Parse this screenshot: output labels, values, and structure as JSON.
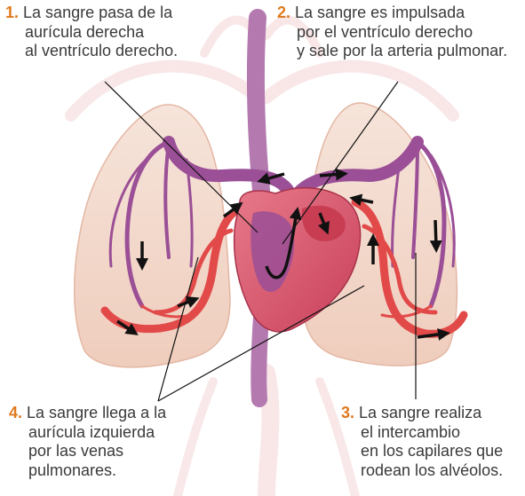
{
  "callouts": [
    {
      "number": "1.",
      "lines": [
        "La sangre pasa de la",
        "aurícula derecha",
        "al ventrículo derecho."
      ]
    },
    {
      "number": "2.",
      "lines": [
        "La sangre es impulsada",
        "por el ventrículo derecho",
        "y sale por la arteria pulmonar."
      ]
    },
    {
      "number": "3.",
      "lines": [
        "La sangre realiza",
        "el intercambio",
        "en los capilares que",
        "rodean los alvéolos."
      ]
    },
    {
      "number": "4.",
      "lines": [
        "La sangre llega a la",
        "aurícula izquierda",
        "por las venas",
        "pulmonares."
      ]
    }
  ],
  "colors": {
    "number": "#e07a1f",
    "text": "#3a3a3a",
    "lung_fill": "#f3d9cc",
    "deoxygenated": "#9b4f96",
    "oxygenated": "#e24a4a",
    "heart": "#d9586a",
    "arrow": "#111111",
    "leader_line": "#111111"
  }
}
